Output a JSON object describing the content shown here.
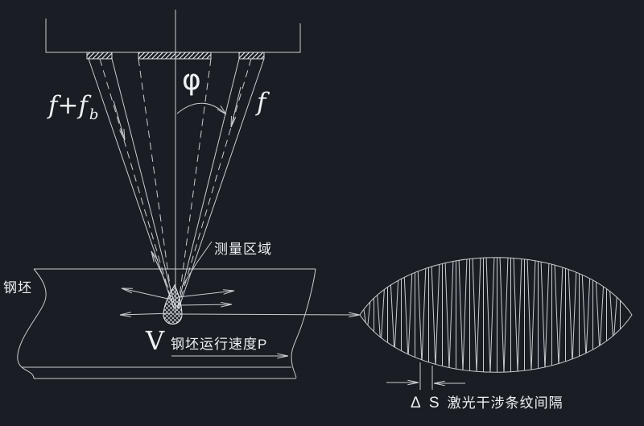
{
  "colors": {
    "background": "#1a1d23",
    "line": "#c9cdd2",
    "text": "#eef1f3"
  },
  "labels": {
    "beam_left_main": "f+f",
    "beam_left_sub": "b",
    "angle_symbol": "φ",
    "beam_right": "f",
    "measurement_area": "测量区域",
    "billet": "钢坯",
    "velocity_symbol": "V",
    "billet_speed": "钢坯运行速度P",
    "fringe_spacing_symbol": "Δ S",
    "fringe_spacing_label": "激光干涉条纹间隔"
  }
}
